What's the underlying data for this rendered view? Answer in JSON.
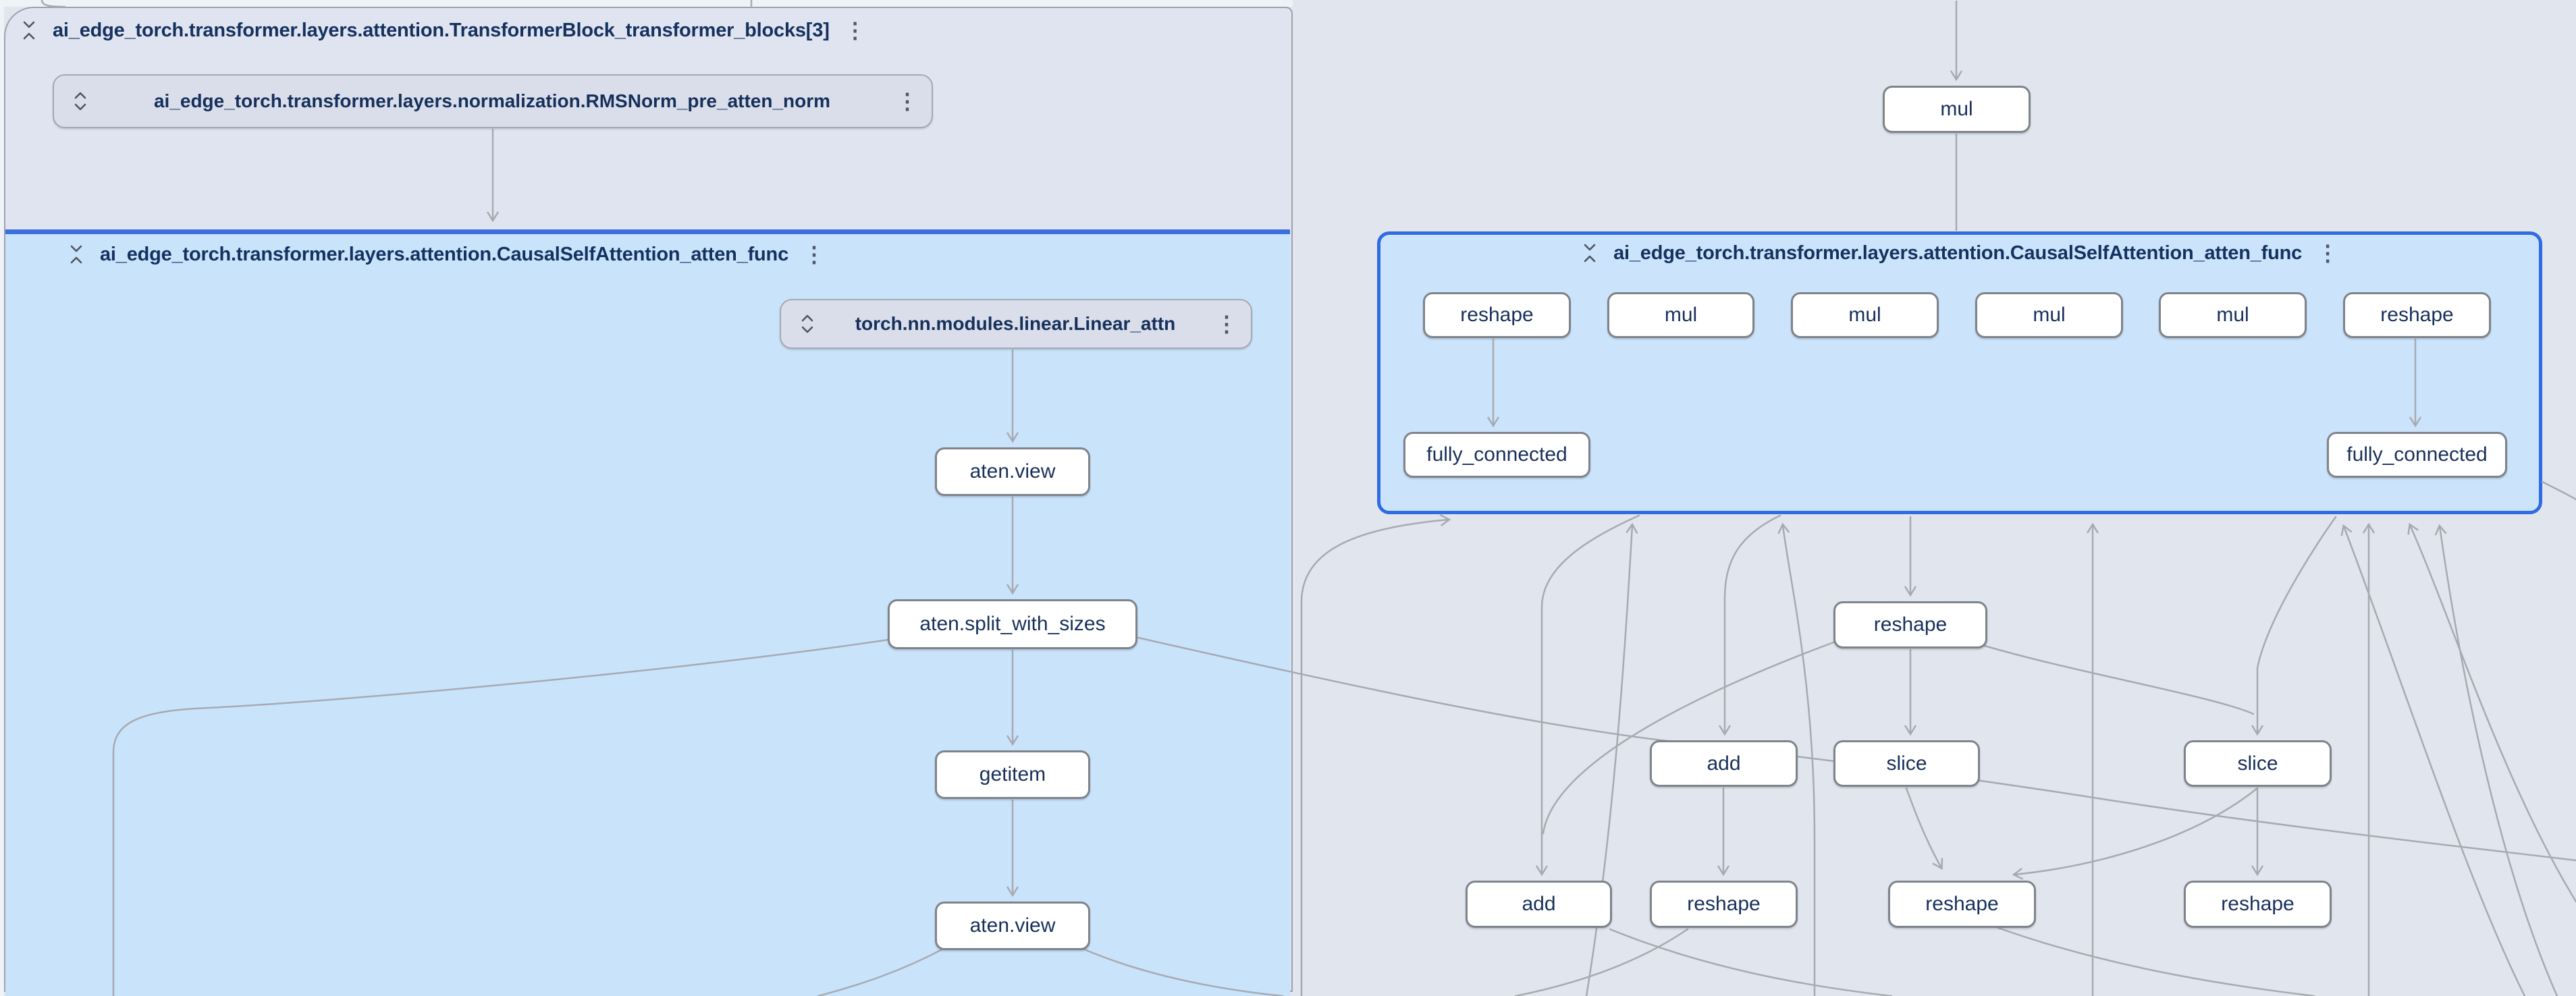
{
  "colors": {
    "selection_blue": "#2f6be2",
    "container_top_blue": "#3a6fdd",
    "attention_panel_bg": "#cbe4fb",
    "block_panel_bg": "#dfe4f0",
    "canvas_bg": "#e1e5ed",
    "node_bg": "#ffffff",
    "module_node_bg": "#d9deea",
    "edge_gray": "#a7aab1",
    "text_navy": "#17305b"
  },
  "icons": {
    "menu": "⋮",
    "collapse": "unfold-less",
    "expand": "unfold-more"
  },
  "panels": {
    "transformer_block": {
      "title": "ai_edge_torch.transformer.layers.attention.TransformerBlock_transformer_blocks[3]"
    },
    "left_attention": {
      "title": "ai_edge_torch.transformer.layers.attention.CausalSelfAttention_atten_func"
    },
    "right_attention": {
      "title": "ai_edge_torch.transformer.layers.attention.CausalSelfAttention_atten_func",
      "selected": true
    }
  },
  "modules": {
    "rmsnorm": {
      "label": "ai_edge_torch.transformer.layers.normalization.RMSNorm_pre_atten_norm"
    },
    "linear": {
      "label": "torch.nn.modules.linear.Linear_attn"
    }
  },
  "left_ops": {
    "view1": "aten.view",
    "split": "aten.split_with_sizes",
    "getitem": "getitem",
    "view2": "aten.view"
  },
  "right_ops": {
    "mul_top": "mul",
    "row1": [
      "reshape",
      "mul",
      "mul",
      "mul",
      "mul",
      "reshape"
    ],
    "fc_row": [
      "fully_connected",
      "fully_connected"
    ],
    "reshape_mid": "reshape",
    "add1": "add",
    "slice1": "slice",
    "slice2": "slice",
    "add2": "add",
    "reshape1b": "reshape",
    "reshape2b": "reshape",
    "reshape3b": "reshape"
  }
}
